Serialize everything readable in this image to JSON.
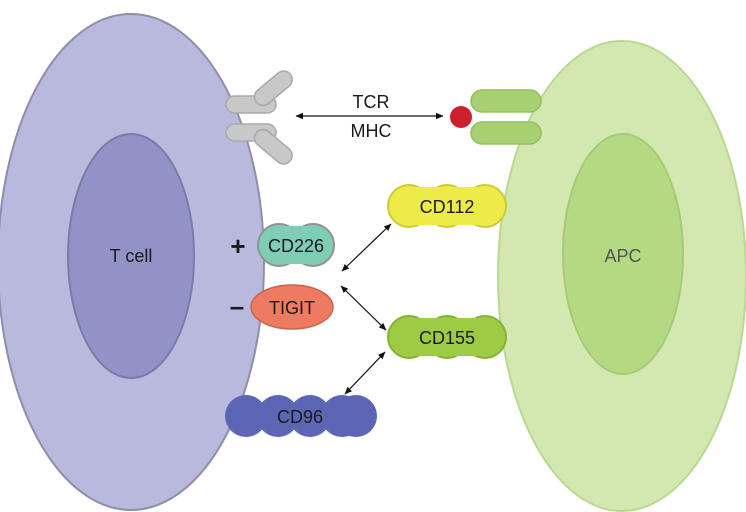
{
  "labels": {
    "t_cell": "T cell",
    "apc": "APC",
    "tcr": "TCR",
    "mhc": "MHC",
    "cd226": "CD226",
    "tigit": "TIGIT",
    "cd96": "CD96",
    "cd112": "CD112",
    "cd155": "CD155",
    "plus": "+",
    "minus": "–"
  },
  "colors": {
    "t_cell_outer": "#b8b9dc",
    "t_cell_nucleus": "#9192c6",
    "apc_outer": "#d3e8b0",
    "apc_nucleus": "#b4d982",
    "tcr": "#c8c8c8",
    "mhc": "#a6d072",
    "peptide": "#d01f2c",
    "cd226": "#7fcdb5",
    "tigit": "#ee7a62",
    "cd96": "#5c66b5",
    "cd112": "#eeea48",
    "cd155": "#9dcb43"
  }
}
